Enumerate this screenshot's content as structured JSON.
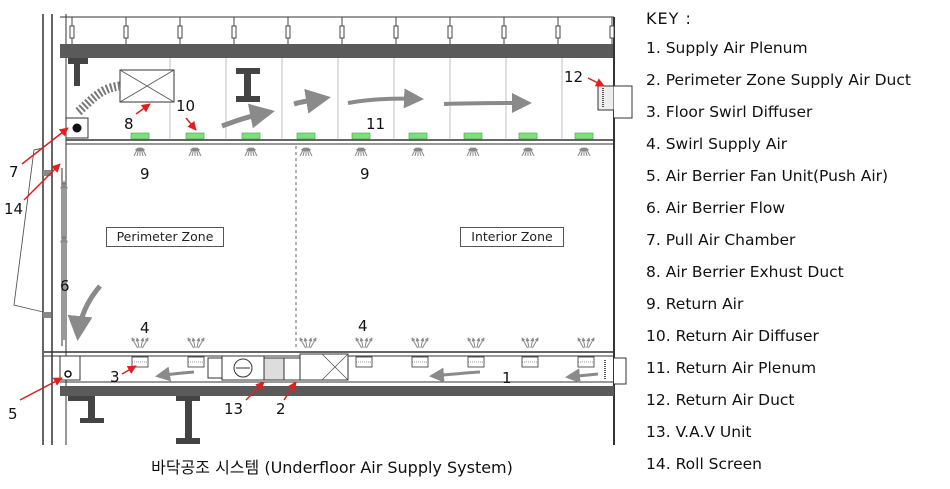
{
  "key": {
    "title": "KEY :",
    "items": [
      "1. Supply Air Plenum",
      "2. Perimeter Zone Supply Air Duct",
      "3. Floor Swirl Diffuser",
      "4. Swirl Supply Air",
      "5. Air Berrier Fan Unit(Push Air)",
      "6. Air Berrier Flow",
      "7. Pull  Air Chamber",
      "8. Air Berrier Exhust Duct",
      "9. Return Air",
      "10. Return Air Diffuser",
      "11. Return Air Plenum",
      "12. Return Air Duct",
      "13. V.A.V Unit",
      "14. Roll Screen"
    ]
  },
  "zones": {
    "perimeter": "Perimeter Zone",
    "interior": "Interior Zone"
  },
  "caption": "바닥공조 시스템 (Underfloor Air Supply System)",
  "labels": {
    "n1": "1",
    "n2": "2",
    "n3": "3",
    "n4a": "4",
    "n4b": "4",
    "n5": "5",
    "n6": "6",
    "n7": "7",
    "n8": "8",
    "n9a": "9",
    "n9b": "9",
    "n10": "10",
    "n11": "11",
    "n12": "12",
    "n13": "13",
    "n14": "14"
  },
  "colors": {
    "line": "#333333",
    "slab": "#555555",
    "diffuser": "#7de07d",
    "leader": "#e02020",
    "arrow": "#808080"
  }
}
